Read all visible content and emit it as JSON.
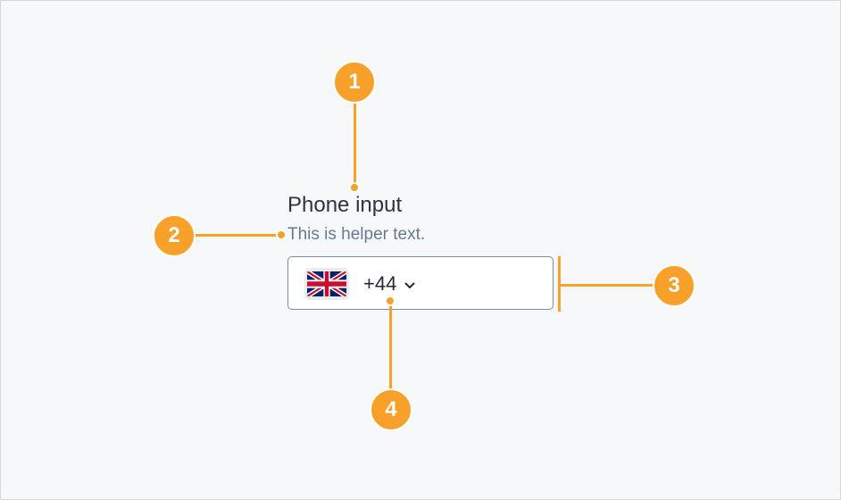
{
  "field": {
    "label": "Phone input",
    "helper_text": "This is helper text.",
    "country": {
      "flag_icon": "uk-flag-icon",
      "dial_code": "+44",
      "dropdown_icon": "chevron-down-icon"
    }
  },
  "annotations": [
    {
      "number": "1"
    },
    {
      "number": "2"
    },
    {
      "number": "3"
    },
    {
      "number": "4"
    }
  ],
  "colors": {
    "accent": "#f7a02a",
    "background": "#f7f8fa",
    "label_text": "#2b3440",
    "helper_text": "#667a90",
    "input_border": "#7a8da3"
  }
}
